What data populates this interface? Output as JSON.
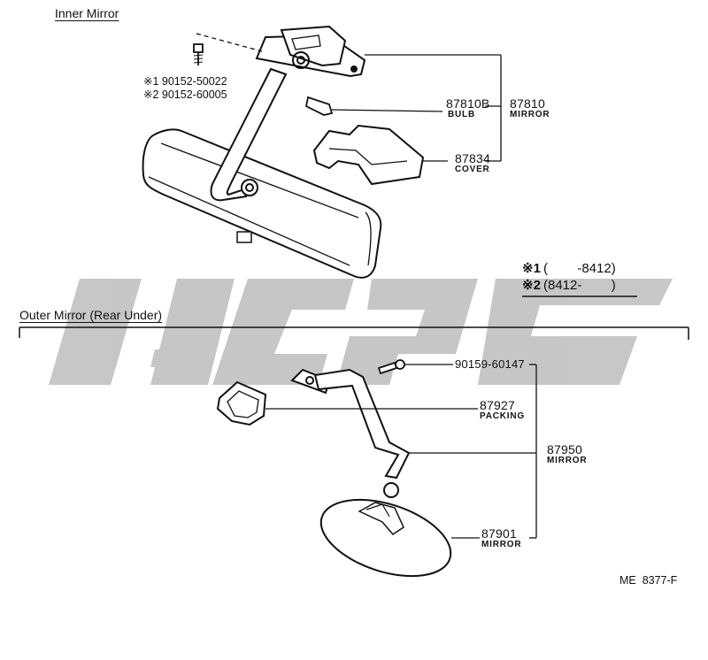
{
  "sections": {
    "inner_title": "Inner Mirror",
    "outer_title": "Outer Mirror (Rear Under)"
  },
  "inner": {
    "screw_part1": "※1 90152-50022",
    "screw_part2": "※2 90152-60005",
    "bulb_num": "87810B",
    "bulb_name": "BULB",
    "mirror_num": "87810",
    "mirror_name": "MIRROR",
    "cover_num": "87834",
    "cover_name": "COVER"
  },
  "legend": {
    "row1_mark": "※1",
    "row1_text": "(        -8412)",
    "row2_mark": "※2",
    "row2_text": "(8412-        )"
  },
  "outer": {
    "bolt_num": "90159-60147",
    "packing_num": "87927",
    "packing_name": "PACKING",
    "mirror_assy_num": "87950",
    "mirror_assy_name": "MIRROR",
    "mirror_head_num": "87901",
    "mirror_head_name": "MIRROR"
  },
  "footer": {
    "code": "ME  8377-F"
  },
  "watermark": {
    "text": "ucsc",
    "color": "#bdbdbd"
  }
}
